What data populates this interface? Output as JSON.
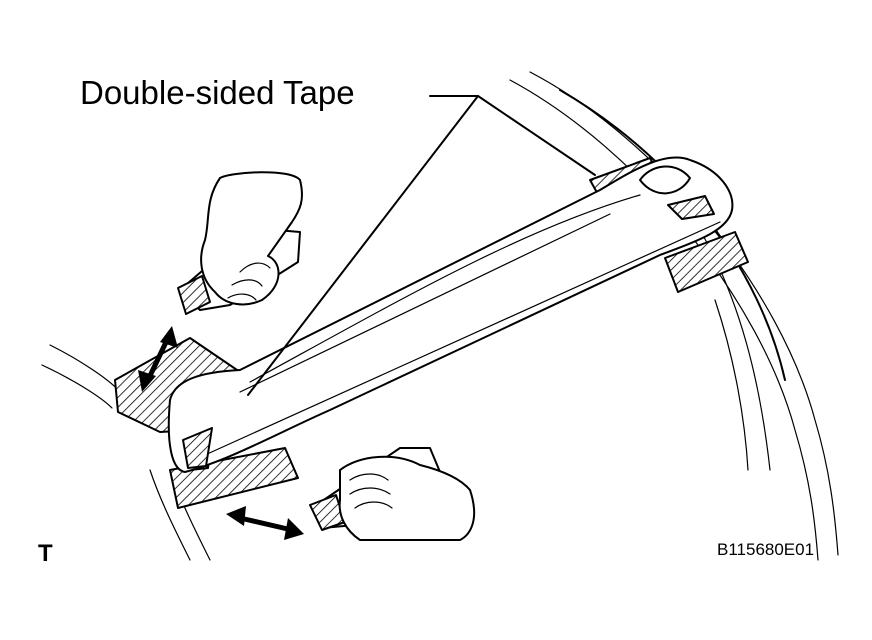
{
  "callout": {
    "label": "Double-sided Tape"
  },
  "corner_mark": "T",
  "figure_code": "B115680E01",
  "icons": [
    "double-arrow-icon",
    "hand-icon",
    "scraper-tool-icon"
  ]
}
